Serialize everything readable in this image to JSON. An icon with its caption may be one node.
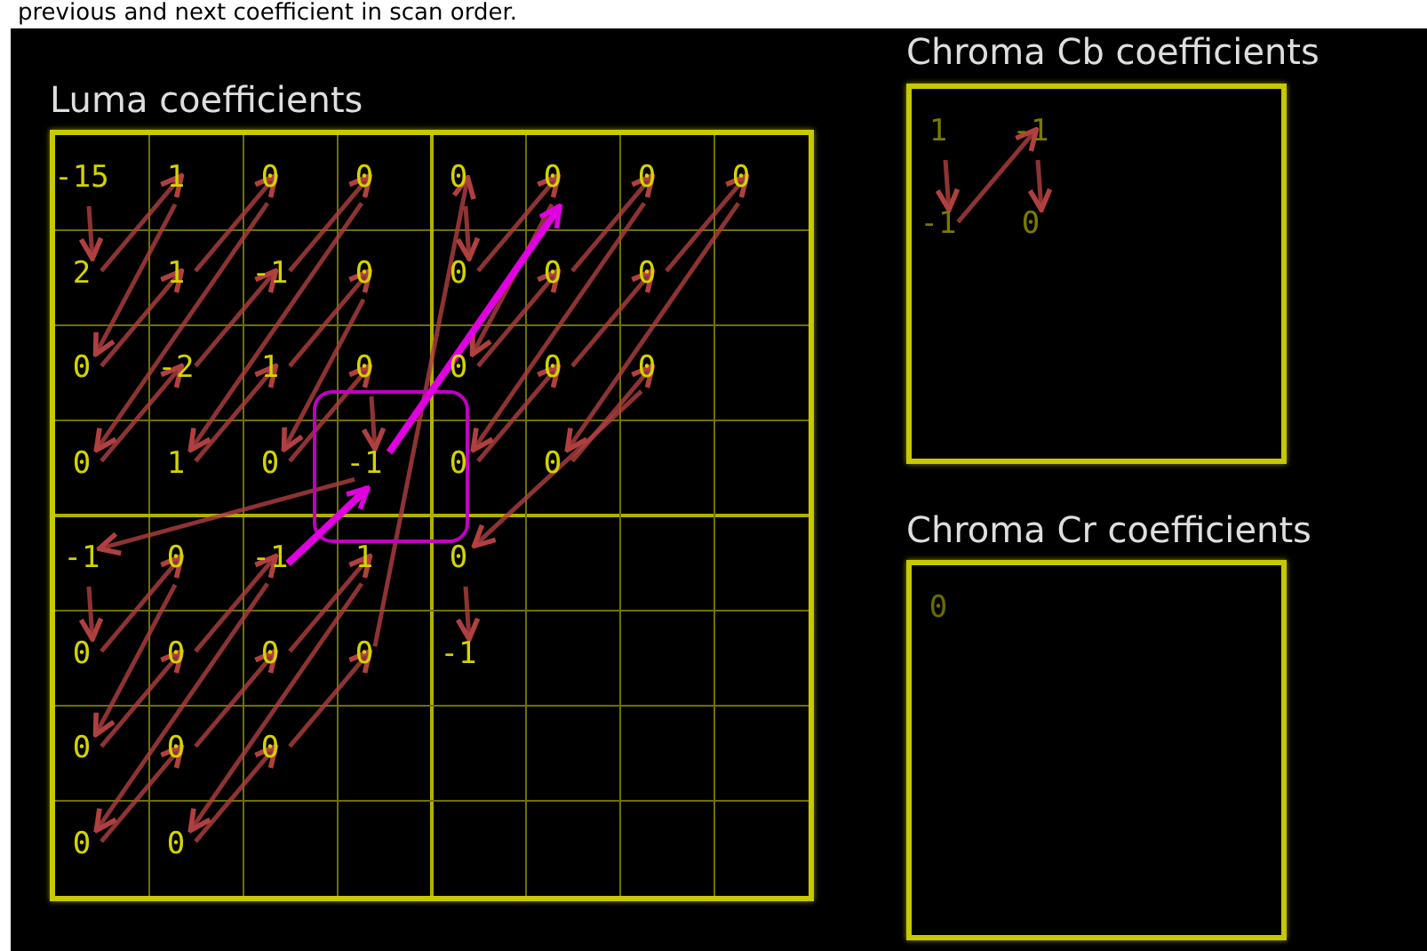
{
  "diagram": {
    "nodes": [
      {
        "text": [
          "Luma coefficients"
        ]
      },
      {
        "text": [
          "Chroma Cb coefficients"
        ]
      },
      {
        "text": [
          "Chroma Cr coefficients"
        ]
      }
    ],
    "labels": [
      "previous and next coefficient in scan order.",
      "-15",
      "1",
      "0",
      "0",
      "0",
      "0",
      "0",
      "0",
      "2",
      "1",
      "-1",
      "0",
      "0",
      "0",
      "0",
      "0",
      "-2",
      "1",
      "0",
      "0",
      "0",
      "0",
      "0",
      "1",
      "0",
      "-1",
      "0",
      "0",
      "-1",
      "0",
      "-1",
      "1",
      "0",
      "0",
      "0",
      "0",
      "0",
      "-1",
      "0",
      "0",
      "0",
      "0",
      "0",
      "1",
      "-1",
      "-1",
      "0",
      "0"
    ]
  }
}
